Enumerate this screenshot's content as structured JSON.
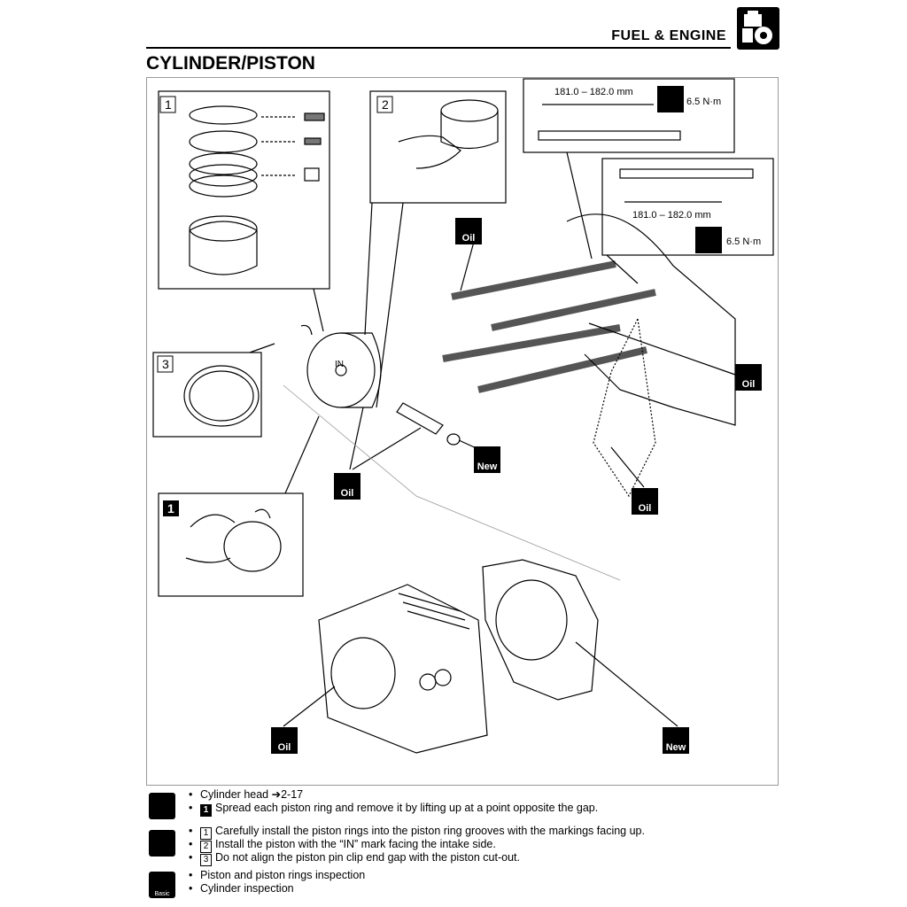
{
  "header": {
    "section": "FUEL & ENGINE",
    "section_icon": "engine-icon"
  },
  "page_title": "CYLINDER/PISTON",
  "diagram": {
    "callouts": {
      "step1": "1",
      "step2": "2",
      "step3": "3",
      "step1_filled": "1",
      "in_mark": "IN"
    },
    "stud_dimension": "181.0 – 182.0 mm",
    "stud_torque": "6.5 N·m",
    "oil_label": "Oil",
    "new_label": "New"
  },
  "notes": {
    "removal": {
      "icon": "removal-icon",
      "items": [
        {
          "text": "Cylinder head ➔2-17"
        },
        {
          "num": "1",
          "text": "Spread each piston ring and remove it by lifting up at a point opposite the gap."
        }
      ]
    },
    "installation": {
      "icon": "installation-icon",
      "items": [
        {
          "num": "1",
          "text": "Carefully install the piston rings into the piston ring grooves with the markings facing up."
        },
        {
          "num": "2",
          "text": "Install the piston with the “IN” mark facing the intake side."
        },
        {
          "num": "3",
          "text": "Do not align the piston pin clip end gap with the piston cut-out."
        }
      ]
    },
    "inspection": {
      "icon": "basic-book-icon",
      "icon_label": "Basic",
      "items": [
        {
          "text": "Piston and piston rings inspection"
        },
        {
          "text": "Cylinder inspection"
        }
      ]
    }
  }
}
